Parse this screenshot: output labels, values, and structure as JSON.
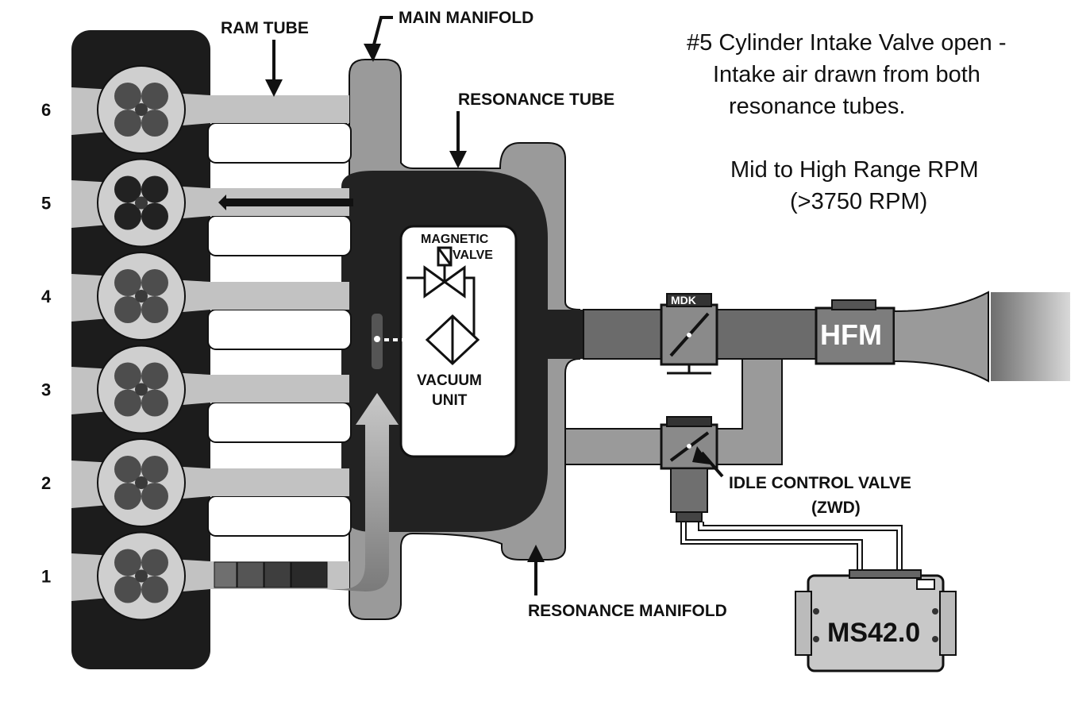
{
  "diagram": {
    "caption": {
      "line1": "#5 Cylinder Intake Valve open -",
      "line2": "Intake air drawn from both",
      "line3": "resonance tubes.",
      "rpm_line1": "Mid to High Range RPM",
      "rpm_line2": "(>3750 RPM)"
    },
    "labels": {
      "ram_tube": "RAM TUBE",
      "main_manifold": "MAIN MANIFOLD",
      "resonance_tube": "RESONANCE TUBE",
      "magnetic_valve_1": "MAGNETIC",
      "magnetic_valve_2": "VALVE",
      "vacuum_unit_1": "VACUUM",
      "vacuum_unit_2": "UNIT",
      "mdk": "MDK",
      "hfm": "HFM",
      "idle_control_valve_1": "IDLE CONTROL VALVE",
      "idle_control_valve_2": "(ZWD)",
      "resonance_manifold": "RESONANCE MANIFOLD",
      "ecu": "MS42.0"
    },
    "cylinders": [
      {
        "number": "6"
      },
      {
        "number": "5"
      },
      {
        "number": "4"
      },
      {
        "number": "3"
      },
      {
        "number": "2"
      },
      {
        "number": "1"
      }
    ],
    "colors": {
      "engine_block": "#1c1c1c",
      "manifold": "#9a9a9a",
      "air_flow": "#222222",
      "ram_tube": "#c2c2c2",
      "cylinder_bore": "#cfcfcf",
      "valve": "#4d4d4d"
    }
  }
}
